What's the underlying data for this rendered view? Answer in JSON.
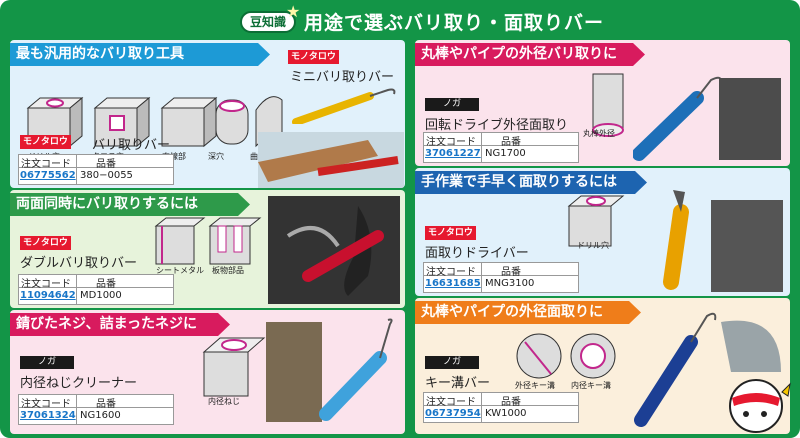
{
  "header": {
    "badge": "豆知識",
    "title": "用途で選ぶバリ取り・面取りバー"
  },
  "code_label": "注文コード",
  "name_label": "品番",
  "logo": "モノタロウ",
  "noga": "ノガ",
  "p1": {
    "heading": "最も汎用的なバリ取り工具",
    "mini": "ミニバリ取りバー",
    "product": "バリ取りバー",
    "code": "06775562",
    "part": "380−0055",
    "shapes": [
      "ドリル穴",
      "クロス穴",
      "直線部",
      "深穴",
      "曲線部"
    ]
  },
  "p2": {
    "heading": "両面同時にバリ取りするには",
    "product": "ダブルバリ取りバー",
    "code": "11094642",
    "part": "MD1000",
    "captions": [
      "シートメタル",
      "板物部品"
    ]
  },
  "p3": {
    "heading": "錆びたネジ、詰まったネジに",
    "product": "内径ねじクリーナー",
    "code": "37061324",
    "part": "NG1600",
    "caption": "内径ねじ"
  },
  "p4": {
    "heading": "丸棒やパイプの外径バリ取りに",
    "product": "回転ドライブ外径面取り",
    "code": "37061227",
    "part": "NG1700",
    "caption": "丸棒外径"
  },
  "p5": {
    "heading": "手作業で手早く面取りするには",
    "product": "面取りドライバー",
    "code": "16631685",
    "part": "MNG3100",
    "caption": "ドリル穴"
  },
  "p6": {
    "heading": "丸棒やパイプの外径面取りに",
    "product": "キー溝バー",
    "code": "06737954",
    "part": "KW1000",
    "captions": [
      "外径キー溝",
      "内径キー溝"
    ]
  }
}
